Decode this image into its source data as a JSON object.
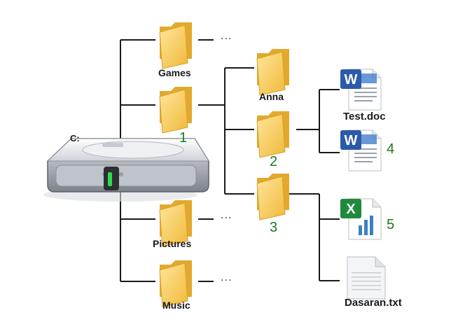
{
  "drive": {
    "label": "C:",
    "icon": "hard-drive-icon"
  },
  "folders": [
    {
      "id": "games",
      "label": "Games",
      "icon": "folder-icon",
      "trailing": "..."
    },
    {
      "id": "folder-1",
      "label": "1",
      "icon": "folder-icon"
    },
    {
      "id": "pictures",
      "label": "Pictures",
      "icon": "folder-icon",
      "trailing": "..."
    },
    {
      "id": "music",
      "label": "Music",
      "icon": "folder-icon",
      "trailing": "..."
    },
    {
      "id": "anna",
      "label": "Anna",
      "icon": "folder-icon"
    },
    {
      "id": "folder-2",
      "label": "2",
      "icon": "folder-icon"
    },
    {
      "id": "folder-3",
      "label": "3",
      "icon": "folder-icon"
    }
  ],
  "files": [
    {
      "id": "test-doc",
      "label": "Test.doc",
      "icon": "word-document-icon"
    },
    {
      "id": "file-4",
      "label": "4",
      "icon": "word-document-icon"
    },
    {
      "id": "file-5",
      "label": "5",
      "icon": "excel-spreadsheet-icon"
    },
    {
      "id": "dasaran",
      "label": "Dasaran.txt",
      "icon": "text-file-icon"
    }
  ],
  "colors": {
    "line": "#1a1a1a",
    "folder": "#f7cd5a",
    "folder_dark": "#e2a92c",
    "number": "#1a7a1a",
    "word": "#2b5aa8",
    "excel": "#1f8a3c"
  }
}
